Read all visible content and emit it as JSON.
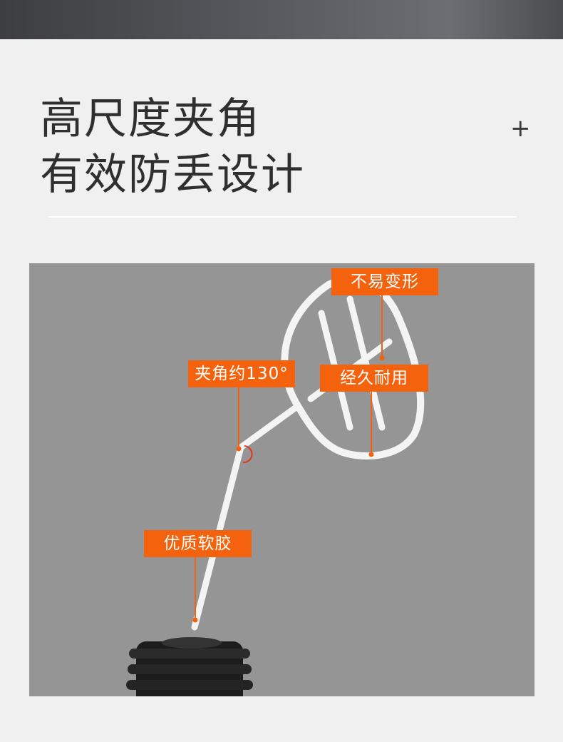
{
  "headline": {
    "line1": "高尺度夹角",
    "line2": "有效防丢设计"
  },
  "plus_symbol": "+",
  "colors": {
    "accent": "#f4620d",
    "background": "#f0f0f0",
    "photo_background": "#959595",
    "top_bar": "#4a4d50",
    "headline_text": "#2f2f2f"
  },
  "callouts": {
    "deformation": "不易变形",
    "durable": "经久耐用",
    "angle": "夹角约130°",
    "material": "优质软胶"
  }
}
